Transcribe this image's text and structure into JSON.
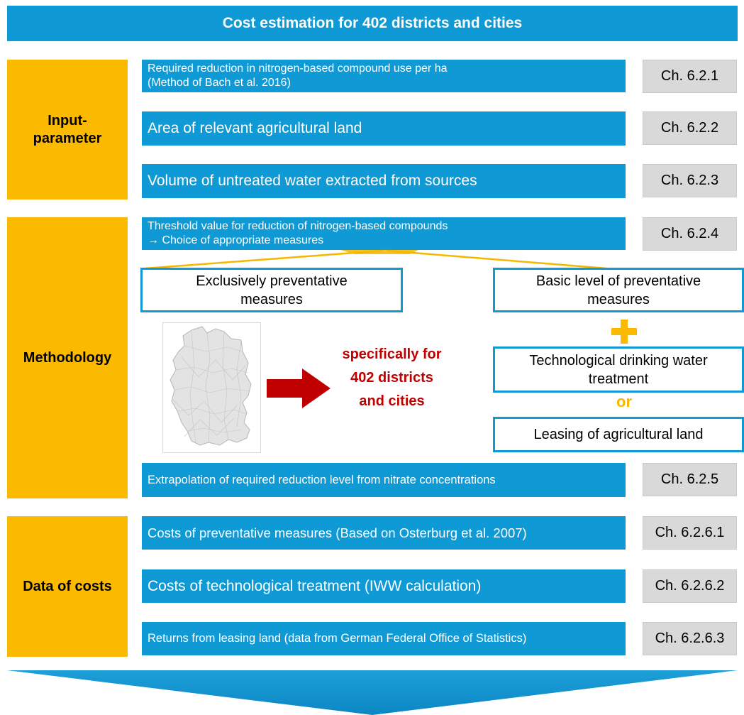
{
  "header": {
    "title": "Cost estimation for 402 districts and cities"
  },
  "sections": {
    "input": "Input-\nparameter",
    "methodology": "Methodology",
    "costs": "Data of costs"
  },
  "input_rows": [
    {
      "line1": "Required reduction in nitrogen-based compound use per ha",
      "line2": "(Method of Bach et al. 2016)",
      "chapter": "Ch. 6.2.1"
    },
    {
      "text": "Area of relevant agricultural land",
      "chapter": "Ch. 6.2.2"
    },
    {
      "text": "Volume of untreated water extracted from sources",
      "chapter": "Ch. 6.2.3"
    }
  ],
  "methodology": {
    "threshold_line1": "Threshold value for reduction of nitrogen-based compounds",
    "threshold_line2": "→ Choice of appropriate measures",
    "threshold_chapter": "Ch. 6.2.4",
    "exclusive": "Exclusively preventative\nmeasures",
    "basic": "Basic level of preventative\nmeasures",
    "technological": "Technological drinking water\ntreatment",
    "or": "or",
    "leasing": "Leasing of agricultural land",
    "specifically": "specifically for\n402 districts\nand cities",
    "extrapolation": "Extrapolation of required reduction level from nitrate concentrations",
    "extrapolation_chapter": "Ch. 6.2.5"
  },
  "cost_rows": [
    {
      "text": "Costs of preventative measures (Based on Osterburg et al. 2007)",
      "chapter": "Ch. 6.2.6.1"
    },
    {
      "text": "Costs of technological treatment (IWW calculation)",
      "chapter": "Ch. 6.2.6.2"
    },
    {
      "text": "Returns from leasing land (data from German Federal Office of Statistics)",
      "chapter": "Ch. 6.2.6.3"
    }
  ],
  "colors": {
    "blue": "#0f9ad6",
    "yellow": "#fbb900",
    "grey": "#d9d9d9",
    "red": "#c00000"
  },
  "icons": {
    "plus": "plus-icon",
    "arrow": "right-arrow-icon",
    "map": "germany-districts-map",
    "bottom": "down-chevron-arrow"
  }
}
